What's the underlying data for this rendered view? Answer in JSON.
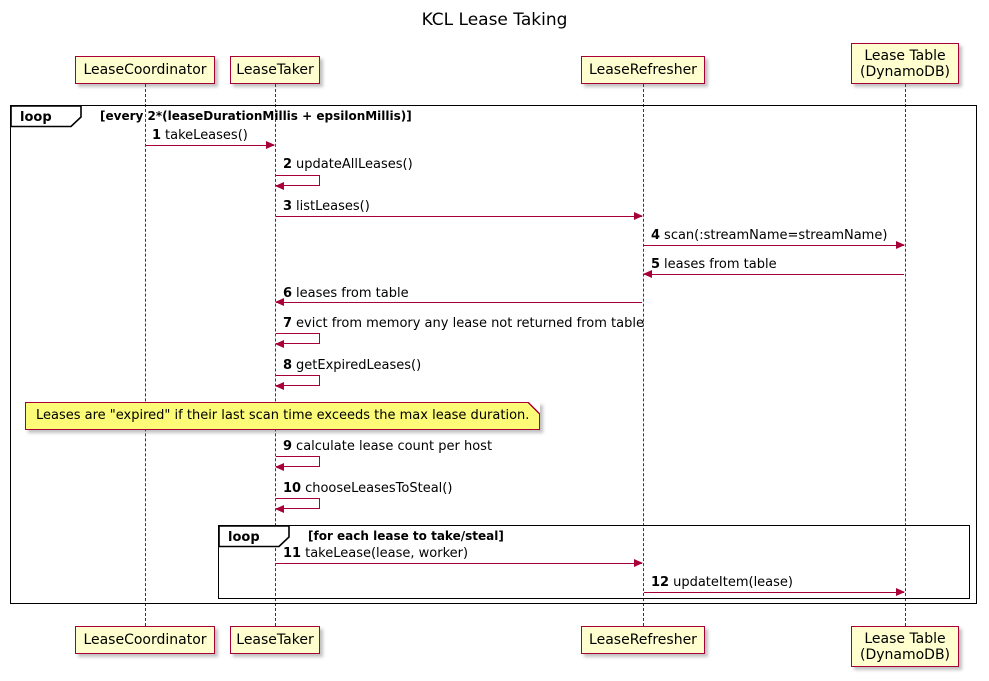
{
  "title": "KCL Lease Taking",
  "participants": [
    {
      "name": "LeaseCoordinator"
    },
    {
      "name": "LeaseTaker"
    },
    {
      "name": "LeaseRefresher"
    },
    {
      "name": "Lease Table\n(DynamoDB)"
    }
  ],
  "loops": {
    "outer": {
      "label": "loop",
      "condition": "[every 2*(leaseDurationMillis + epsilonMillis)]"
    },
    "inner": {
      "label": "loop",
      "condition": "[for each lease to take/steal]"
    }
  },
  "note": {
    "text": "Leases are \"expired\" if their last scan time exceeds the max lease duration."
  },
  "messages": [
    {
      "num": "1",
      "label": "takeLeases()",
      "from": "LeaseCoordinator",
      "to": "LeaseTaker"
    },
    {
      "num": "2",
      "label": "updateAllLeases()",
      "from": "LeaseTaker",
      "to": "LeaseTaker"
    },
    {
      "num": "3",
      "label": "listLeases()",
      "from": "LeaseTaker",
      "to": "LeaseRefresher"
    },
    {
      "num": "4",
      "label": "scan(:streamName=streamName)",
      "from": "LeaseRefresher",
      "to": "Lease Table (DynamoDB)"
    },
    {
      "num": "5",
      "label": "leases from table",
      "from": "Lease Table (DynamoDB)",
      "to": "LeaseRefresher"
    },
    {
      "num": "6",
      "label": "leases from table",
      "from": "LeaseRefresher",
      "to": "LeaseTaker"
    },
    {
      "num": "7",
      "label": "evict from memory any lease not returned from table",
      "from": "LeaseTaker",
      "to": "LeaseTaker"
    },
    {
      "num": "8",
      "label": "getExpiredLeases()",
      "from": "LeaseTaker",
      "to": "LeaseTaker"
    },
    {
      "num": "9",
      "label": "calculate lease count per host",
      "from": "LeaseTaker",
      "to": "LeaseTaker"
    },
    {
      "num": "10",
      "label": "chooseLeasesToSteal()",
      "from": "LeaseTaker",
      "to": "LeaseTaker"
    },
    {
      "num": "11",
      "label": "takeLease(lease, worker)",
      "from": "LeaseTaker",
      "to": "LeaseRefresher"
    },
    {
      "num": "12",
      "label": "updateItem(lease)",
      "from": "LeaseRefresher",
      "to": "Lease Table (DynamoDB)"
    }
  ],
  "colors": {
    "participant_fill": "#FEFECE",
    "line": "#A80036",
    "note_fill": "#FBFB77",
    "frame_border": "#000000"
  }
}
